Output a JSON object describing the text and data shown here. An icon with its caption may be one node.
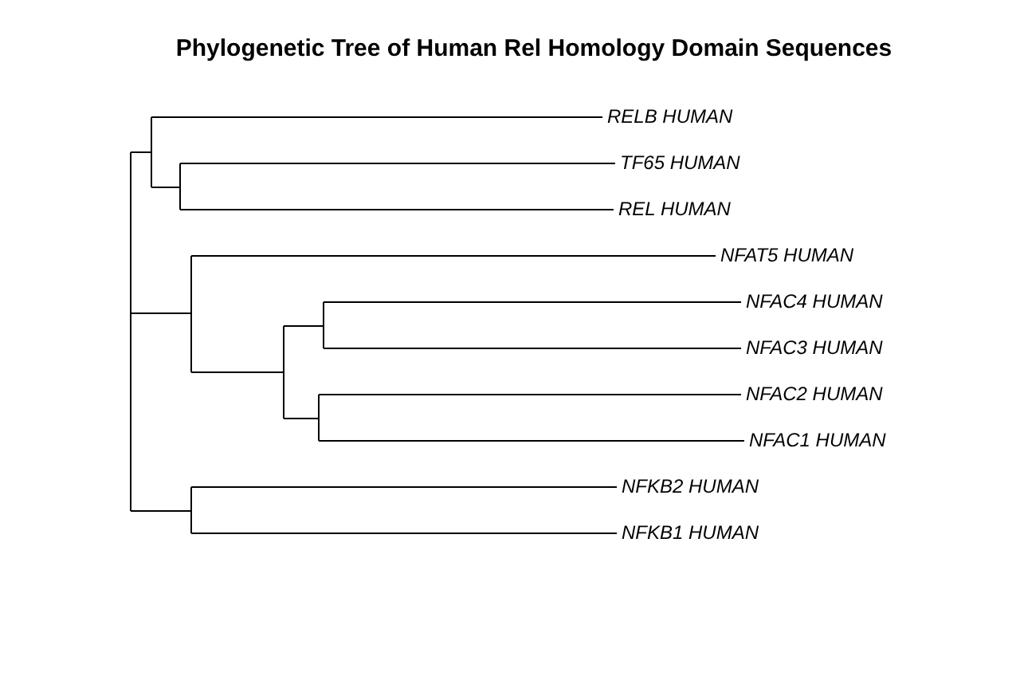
{
  "diagram": {
    "title": "Phylogenetic Tree of Human Rel Homology Domain Sequences",
    "labels": [
      "RELB HUMAN",
      "TF65 HUMAN",
      "REL HUMAN",
      "NFAT5 HUMAN",
      "NFAC4 HUMAN",
      "NFAC3 HUMAN",
      "NFAC2 HUMAN",
      "NFAC1 HUMAN",
      "NFKB2 HUMAN",
      "NFKB1 HUMAN"
    ]
  }
}
